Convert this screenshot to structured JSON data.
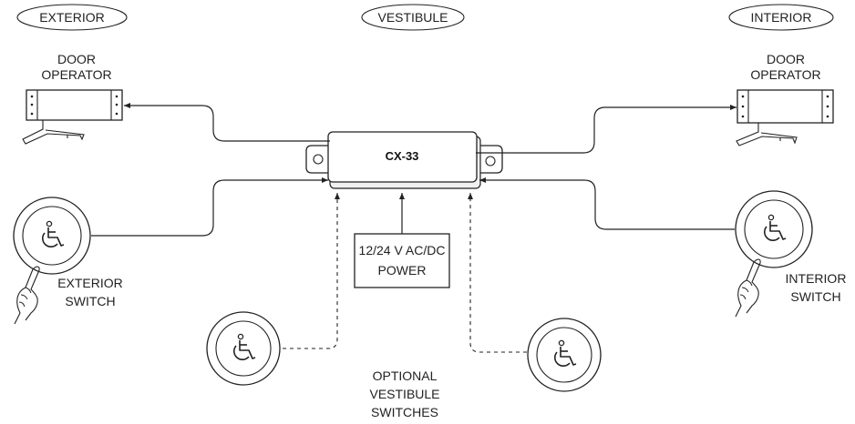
{
  "zones": {
    "exterior": "EXTERIOR",
    "vestibule": "VESTIBULE",
    "interior": "INTERIOR"
  },
  "left_operator": {
    "line1": "DOOR",
    "line2": "OPERATOR"
  },
  "right_operator": {
    "line1": "DOOR",
    "line2": "OPERATOR"
  },
  "controller": {
    "label": "CX-33"
  },
  "power": {
    "line1": "12/24 V AC/DC",
    "line2": "POWER"
  },
  "exterior_switch": {
    "line1": "EXTERIOR",
    "line2": "SWITCH"
  },
  "interior_switch": {
    "line1": "INTERIOR",
    "line2": "SWITCH"
  },
  "vestibule_switches": {
    "line1": "OPTIONAL",
    "line2": "VESTIBULE",
    "line3": "SWITCHES"
  },
  "icons": {
    "switch": "wheelchair-icon",
    "hand": "pointing-hand-icon"
  },
  "colors": {
    "line": "#222222",
    "background": "#ffffff"
  }
}
